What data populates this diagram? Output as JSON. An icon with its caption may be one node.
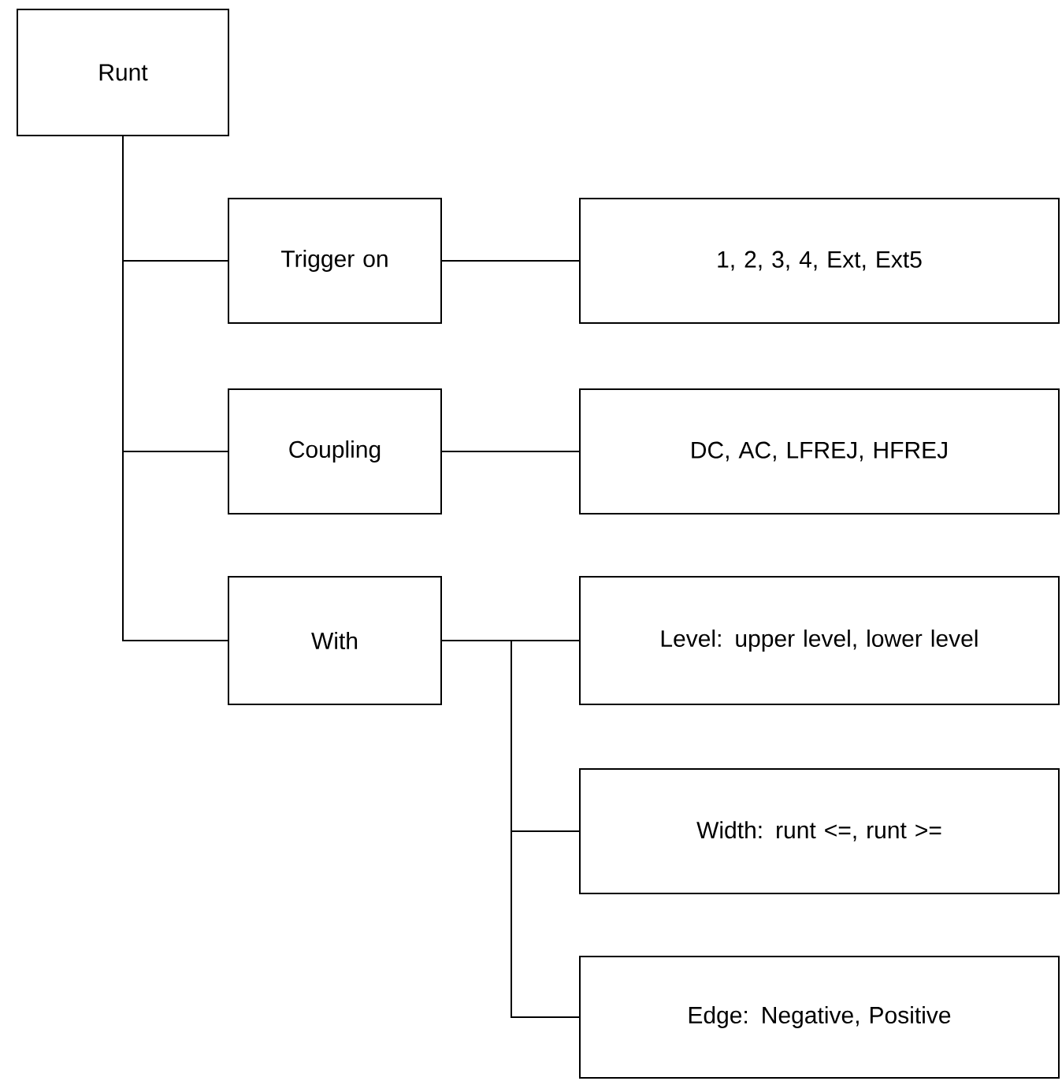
{
  "diagram": {
    "nodes": [
      {
        "text": [
          "Runt"
        ]
      },
      {
        "text": [
          "Trigger on"
        ]
      },
      {
        "text": [
          "1, 2, 3, 4, Ext, Ext5"
        ]
      },
      {
        "text": [
          "Coupling"
        ]
      },
      {
        "text": [
          "DC, AC, LFREJ, HFREJ"
        ]
      },
      {
        "text": [
          "With"
        ]
      },
      {
        "text": [
          "Level: upper level, lower level"
        ]
      },
      {
        "text": [
          "Width: runt <=, runt >="
        ]
      },
      {
        "text": [
          "Edge: Negative, Positive"
        ]
      }
    ],
    "edges": [
      {
        "from": 0,
        "to": 1,
        "arrow": "none"
      },
      {
        "from": 0,
        "to": 3,
        "arrow": "none"
      },
      {
        "from": 0,
        "to": 5,
        "arrow": "none"
      },
      {
        "from": 1,
        "to": 2,
        "arrow": "none"
      },
      {
        "from": 3,
        "to": 4,
        "arrow": "none"
      },
      {
        "from": 5,
        "to": 6,
        "arrow": "none"
      },
      {
        "from": 5,
        "to": 7,
        "arrow": "none"
      },
      {
        "from": 5,
        "to": 8,
        "arrow": "none"
      }
    ]
  }
}
